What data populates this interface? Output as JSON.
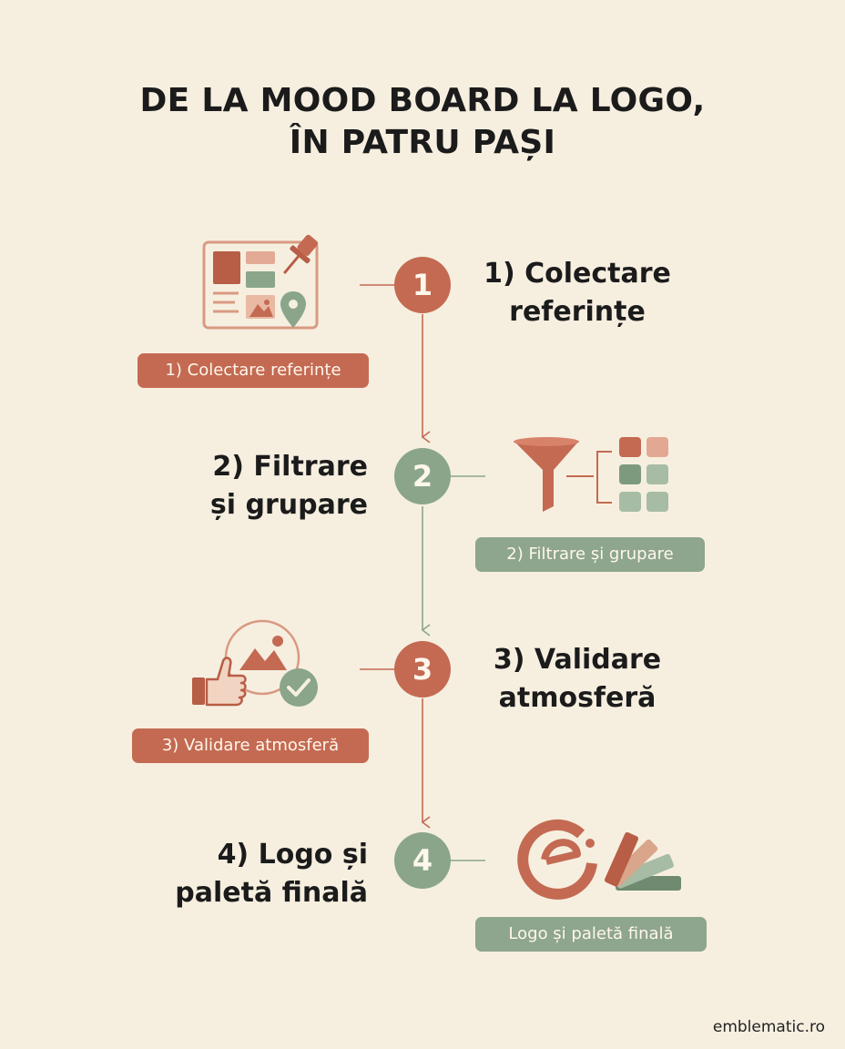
{
  "title": {
    "line1": "DE LA MOOD BOARD LA LOGO,",
    "line2": "ÎN PATRU PAȘI"
  },
  "steps": [
    {
      "number": "1",
      "label_line1": "1) Colectare",
      "label_line2": "referințe",
      "caption": "1) Colectare referințe",
      "icon": "mood-board-icon",
      "color": "#c46a52"
    },
    {
      "number": "2",
      "label_line1": "2) Filtrare",
      "label_line2": "și grupare",
      "caption": "2) Filtrare și grupare",
      "icon": "funnel-grid-icon",
      "color": "#8aa58a"
    },
    {
      "number": "3",
      "label_line1": "3) Validare",
      "label_line2": "atmosferă",
      "caption": "3) Validare atmosferă",
      "icon": "thumbs-up-check-icon",
      "color": "#c46a52"
    },
    {
      "number": "4",
      "label_line1": "4) Logo și",
      "label_line2": "paletă finală",
      "caption": "Logo și paletă finală",
      "icon": "logo-palette-icon",
      "color": "#8aa58a"
    }
  ],
  "colors": {
    "background": "#f6efe0",
    "terracotta": "#c46a52",
    "sage": "#8aa58a",
    "text": "#1b1b1b"
  },
  "footer": "emblematic.ro"
}
